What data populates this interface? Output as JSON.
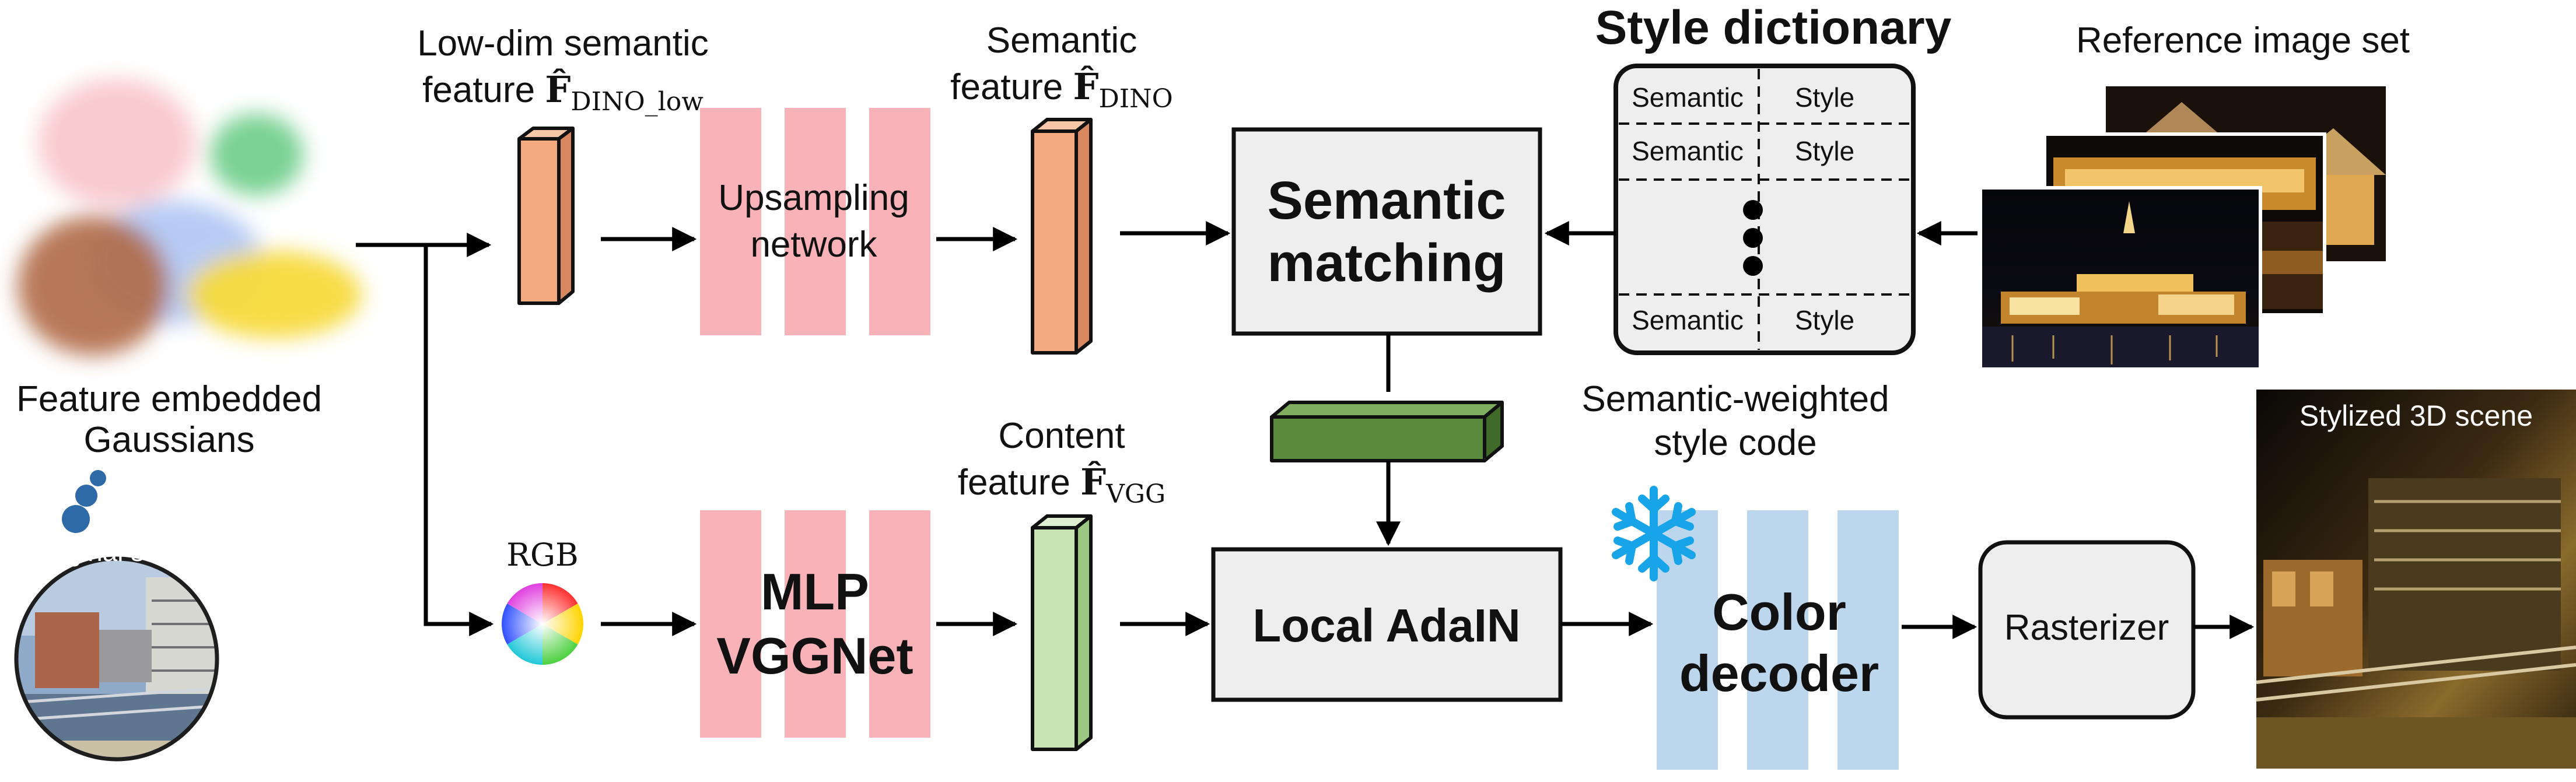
{
  "gaussians": {
    "label_line1": "Feature embedded",
    "label_line2": "Gaussians"
  },
  "original_scene": {
    "label": "Original scene"
  },
  "lowdim_feature": {
    "line1": "Low-dim semantic",
    "line2_prefix": "feature ",
    "symbol": "F̂",
    "subscript": "DINO_low"
  },
  "upsampling": {
    "line1": "Upsampling",
    "line2": "network"
  },
  "semantic_feature": {
    "line1": "Semantic",
    "line2_prefix": "feature ",
    "symbol": "F̂",
    "subscript": "DINO"
  },
  "semantic_matching": {
    "line1": "Semantic",
    "line2": "matching"
  },
  "style_dictionary": {
    "title": "Style dictionary",
    "col1": "Semantic",
    "col2": "Style",
    "rows": [
      {
        "semantic": "Semantic",
        "style": "Style"
      },
      {
        "semantic": "Semantic",
        "style": "Style"
      },
      {
        "semantic": "Semantic",
        "style": "Style"
      }
    ]
  },
  "reference": {
    "label": "Reference image set"
  },
  "style_code": {
    "line1": "Semantic-weighted",
    "line2": "style code"
  },
  "rgb": {
    "label": "RGB"
  },
  "mlp": {
    "line1": "MLP",
    "line2": "VGGNet"
  },
  "content_feature": {
    "line1": "Content",
    "line2_prefix": "feature ",
    "symbol": "F̂",
    "subscript": "VGG"
  },
  "adain": {
    "label": "Local AdaIN"
  },
  "color_decoder": {
    "line1": "Color",
    "line2": "decoder"
  },
  "rasterizer": {
    "label": "Rasterizer"
  },
  "output": {
    "label": "Stylized 3D scene"
  },
  "colors": {
    "pink_block": "#f9b3b8",
    "blue_block": "#bcd6ee",
    "orange_cuboid": "#f4a97f",
    "green_cuboid": "#c8e3b4",
    "style_code": "#5a8a3c",
    "snowflake": "#17a4e8",
    "box_fill": "#eeeeee"
  }
}
